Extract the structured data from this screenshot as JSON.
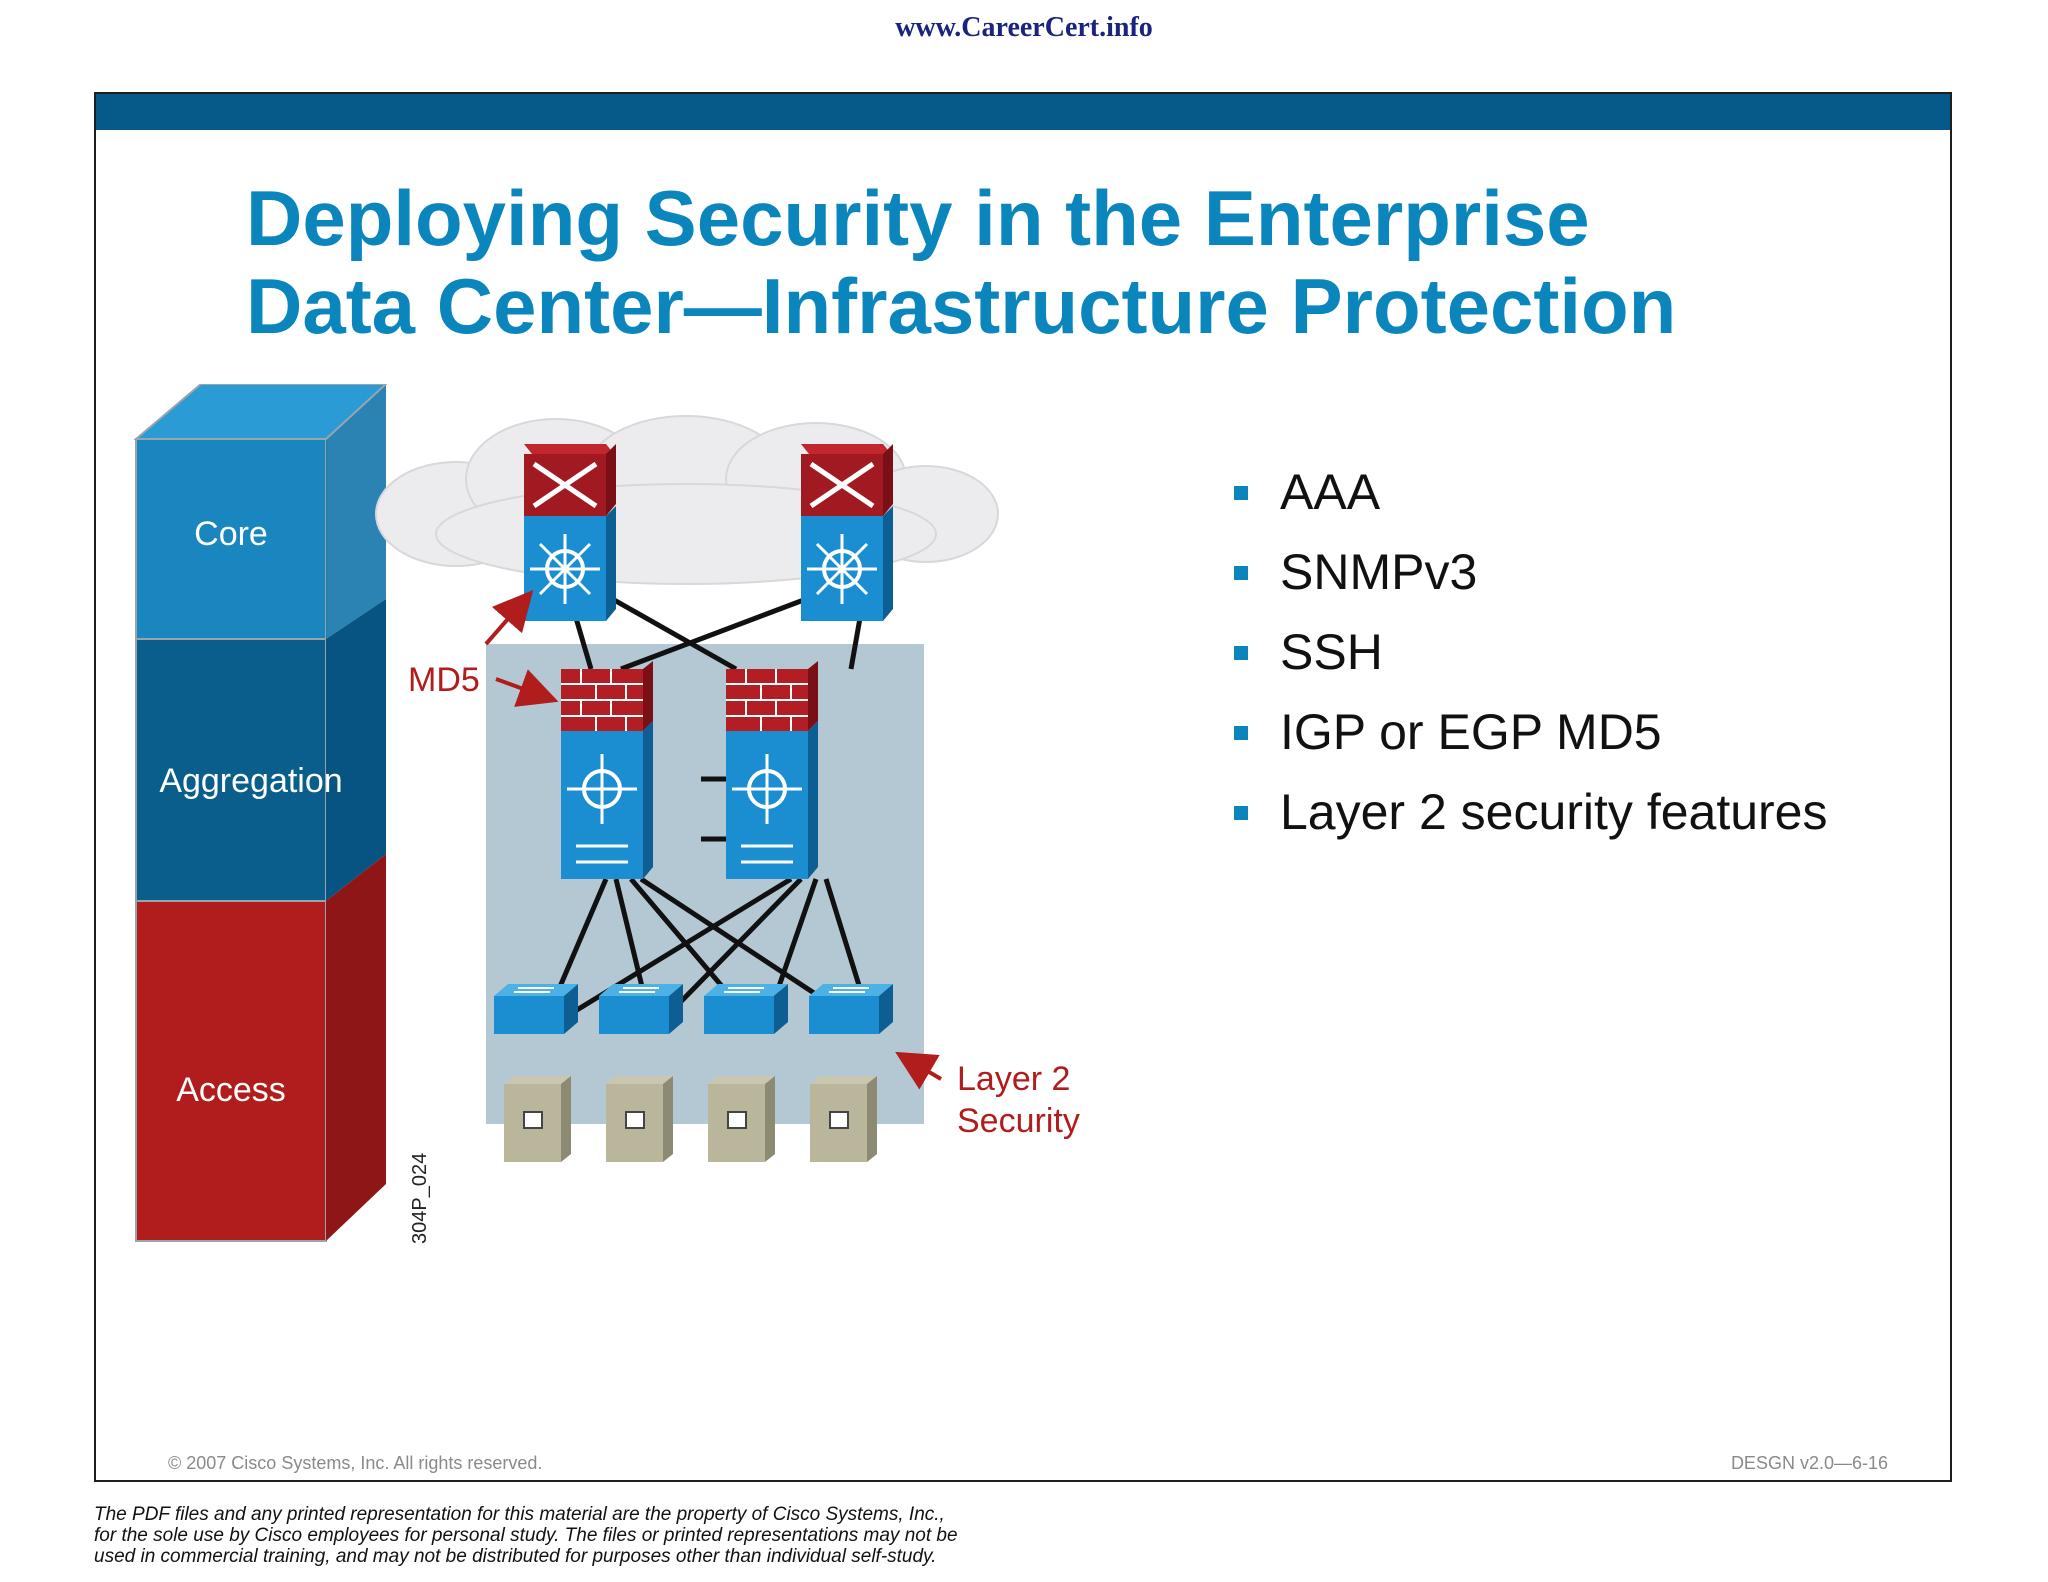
{
  "site_url": "www.CareerCert.info",
  "slide": {
    "title_lines": [
      "Deploying Security in the Enterprise",
      "Data Center—Infrastructure Protection"
    ],
    "bullets": [
      "AAA",
      "SNMPv3",
      "SSH",
      "IGP or EGP MD5",
      "Layer 2 security features"
    ],
    "copyright": "© 2007 Cisco Systems, Inc. All rights reserved.",
    "slide_id": "DESGN v2.0—6-16"
  },
  "diagram": {
    "layers": [
      "Core",
      "Aggregation",
      "Access"
    ],
    "layer_colors": {
      "core": "#1a86bf",
      "aggregation": "#0a5e8c",
      "access": "#b11c1c"
    },
    "callout_md5": "MD5",
    "callout_layer2": [
      "Layer 2",
      "Security"
    ],
    "figure_id": "304P_024",
    "icons": [
      "core-switch-icon",
      "aggregation-firewall-switch-icon",
      "access-switch-icon",
      "server-icon"
    ]
  },
  "disclaimer_lines": [
    "The PDF files and any printed representation for this material are the property of Cisco Systems, Inc.,",
    "for the sole use by Cisco employees for personal study. The files or printed representations may not be",
    "used in commercial training, and may not be distributed for purposes other than individual self-study."
  ]
}
